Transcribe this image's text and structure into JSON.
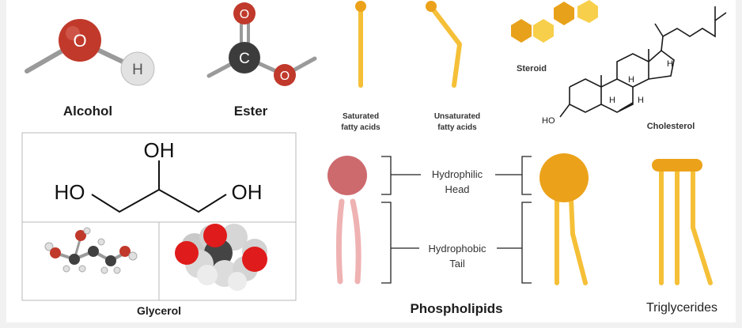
{
  "labels": {
    "alcohol": "Alcohol",
    "ester": "Ester",
    "saturated_1": "Saturated",
    "saturated_2": "fatty acids",
    "unsaturated_1": "Unsaturated",
    "unsaturated_2": "fatty acids",
    "steroid": "Steroid",
    "cholesterol": "Cholesterol",
    "glycerol": "Glycerol",
    "hydrophilic_1": "Hydrophilic",
    "hydrophilic_2": "Head",
    "hydrophobic_1": "Hydrophobic",
    "hydrophobic_2": "Tail",
    "phospholipids": "Phospholipids",
    "triglycerides": "Triglycerides"
  },
  "atoms": {
    "oxygen": "O",
    "hydrogen": "H",
    "carbon": "C",
    "ho": "HO",
    "oh": "OH"
  },
  "colors": {
    "oxygen": "#c0392b",
    "hydrogen": "#e0e0e0",
    "carbon": "#404040",
    "fatty_acid": "#f5c038",
    "steroid_dark": "#e8a11a",
    "steroid_light": "#f7cf4a",
    "phospholipid_head": "#cd6a6e",
    "phospholipid_tail": "#efb2b2",
    "phospholipid_head_orange": "#eba21a"
  }
}
